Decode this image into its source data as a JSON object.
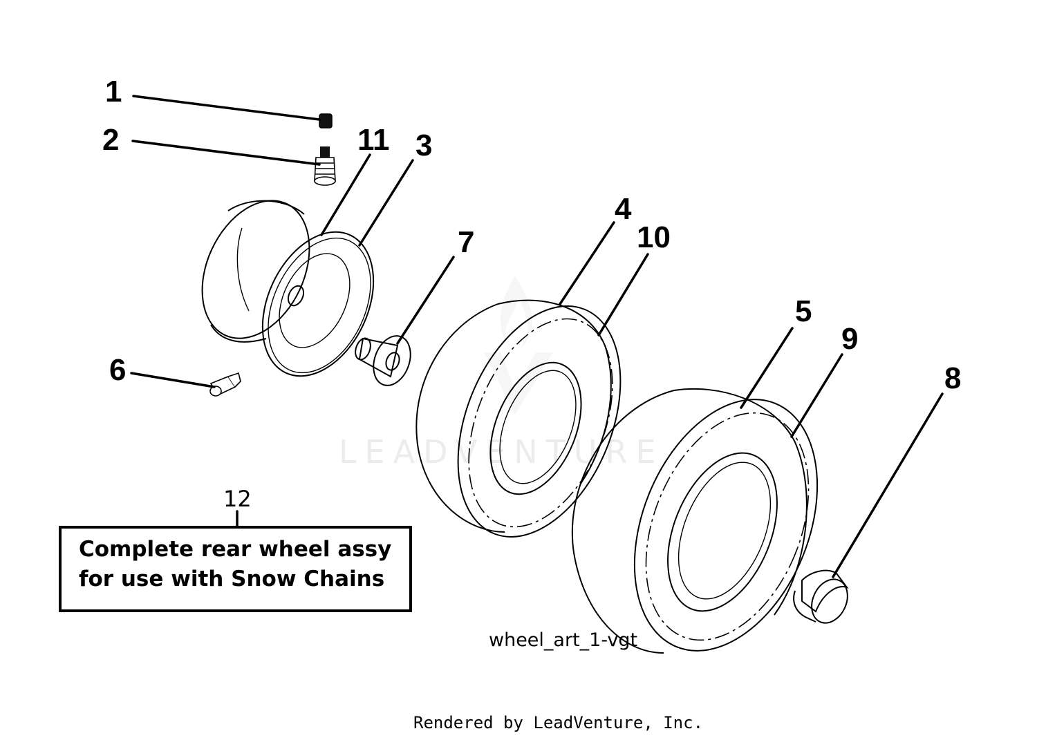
{
  "callouts": {
    "p1": "1",
    "p2": "2",
    "p3": "3",
    "p4": "4",
    "p5": "5",
    "p6": "6",
    "p7": "7",
    "p8": "8",
    "p9": "9",
    "p10": "10",
    "p11": "11",
    "p12": "12"
  },
  "note_box": {
    "line1": "Complete rear wheel assy",
    "line2": "for use with Snow Chains"
  },
  "art_id": "wheel_art_1-vgt",
  "watermark": "LEADVENTURE",
  "footer": "Rendered by LeadVenture, Inc."
}
